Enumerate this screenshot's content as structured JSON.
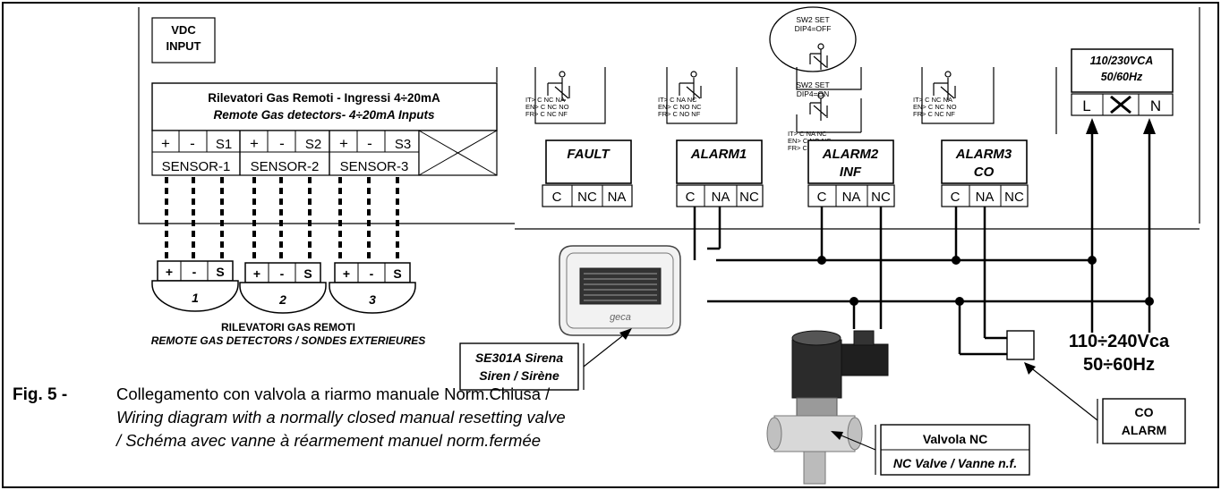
{
  "vdc_input": {
    "line1": "VDC",
    "line2": "INPUT"
  },
  "inputs_box": {
    "title_it": "Rilevatori Gas Remoti - Ingressi 4÷20mA",
    "title_en": "Remote Gas detectors- 4÷20mA Inputs"
  },
  "sensors": [
    {
      "plus": "+",
      "minus": "-",
      "sig": "S1",
      "label": "SENSOR-1"
    },
    {
      "plus": "+",
      "minus": "-",
      "sig": "S2",
      "label": "SENSOR-2"
    },
    {
      "plus": "+",
      "minus": "-",
      "sig": "S3",
      "label": "SENSOR-3"
    }
  ],
  "detectors": [
    {
      "plus": "+",
      "minus": "-",
      "sig": "S",
      "num": "1"
    },
    {
      "plus": "+",
      "minus": "-",
      "sig": "S",
      "num": "2"
    },
    {
      "plus": "+",
      "minus": "-",
      "sig": "S",
      "num": "3"
    }
  ],
  "detectors_caption": {
    "line1": "RILEVATORI GAS REMOTI",
    "line2": "REMOTE GAS DETECTORS / SONDES EXTERIEURES"
  },
  "relays": [
    {
      "name": "FAULT",
      "name2": "",
      "terms": [
        "C",
        "NC",
        "NA"
      ]
    },
    {
      "name": "ALARM1",
      "name2": "",
      "terms": [
        "C",
        "NA",
        "NC"
      ]
    },
    {
      "name": "ALARM2",
      "name2": "INF",
      "terms": [
        "C",
        "NA",
        "NC"
      ]
    },
    {
      "name": "ALARM3",
      "name2": "CO",
      "terms": [
        "C",
        "NA",
        "NC"
      ]
    }
  ],
  "relay_legends": {
    "std": [
      "IT> C NC NA",
      "EN> C NC NO",
      "FR> C NC NF"
    ],
    "alt": [
      "IT> C NA NC",
      "EN> C NO NC",
      "FR> C NO NF"
    ]
  },
  "sw2": {
    "off_line1": "SW2 SET",
    "off_line2": "DIP4=OFF",
    "on_line1": "SW2 SET",
    "on_line2": "DIP4=ON"
  },
  "power": {
    "voltage": "110/230VCA",
    "freq": "50/60Hz",
    "l": "L",
    "n": "N",
    "supply_line1": "110÷240Vca",
    "supply_line2": "50÷60Hz"
  },
  "siren": {
    "brand": "geca",
    "label1": "SE301A Sirena",
    "label2": "Siren / Sirène"
  },
  "co_alarm": {
    "line1": "CO",
    "line2": "ALARM"
  },
  "valve": {
    "line1": "Valvola NC",
    "line2": "NC Valve / Vanne n.f."
  },
  "caption": {
    "fig": "Fig. 5 -",
    "line1": "Collegamento con valvola a riarmo manuale Norm.Chiusa /",
    "line2": "Wiring diagram with a normally closed manual resetting valve",
    "line3": "/ Schéma avec vanne à réarmement manuel norm.fermée"
  }
}
